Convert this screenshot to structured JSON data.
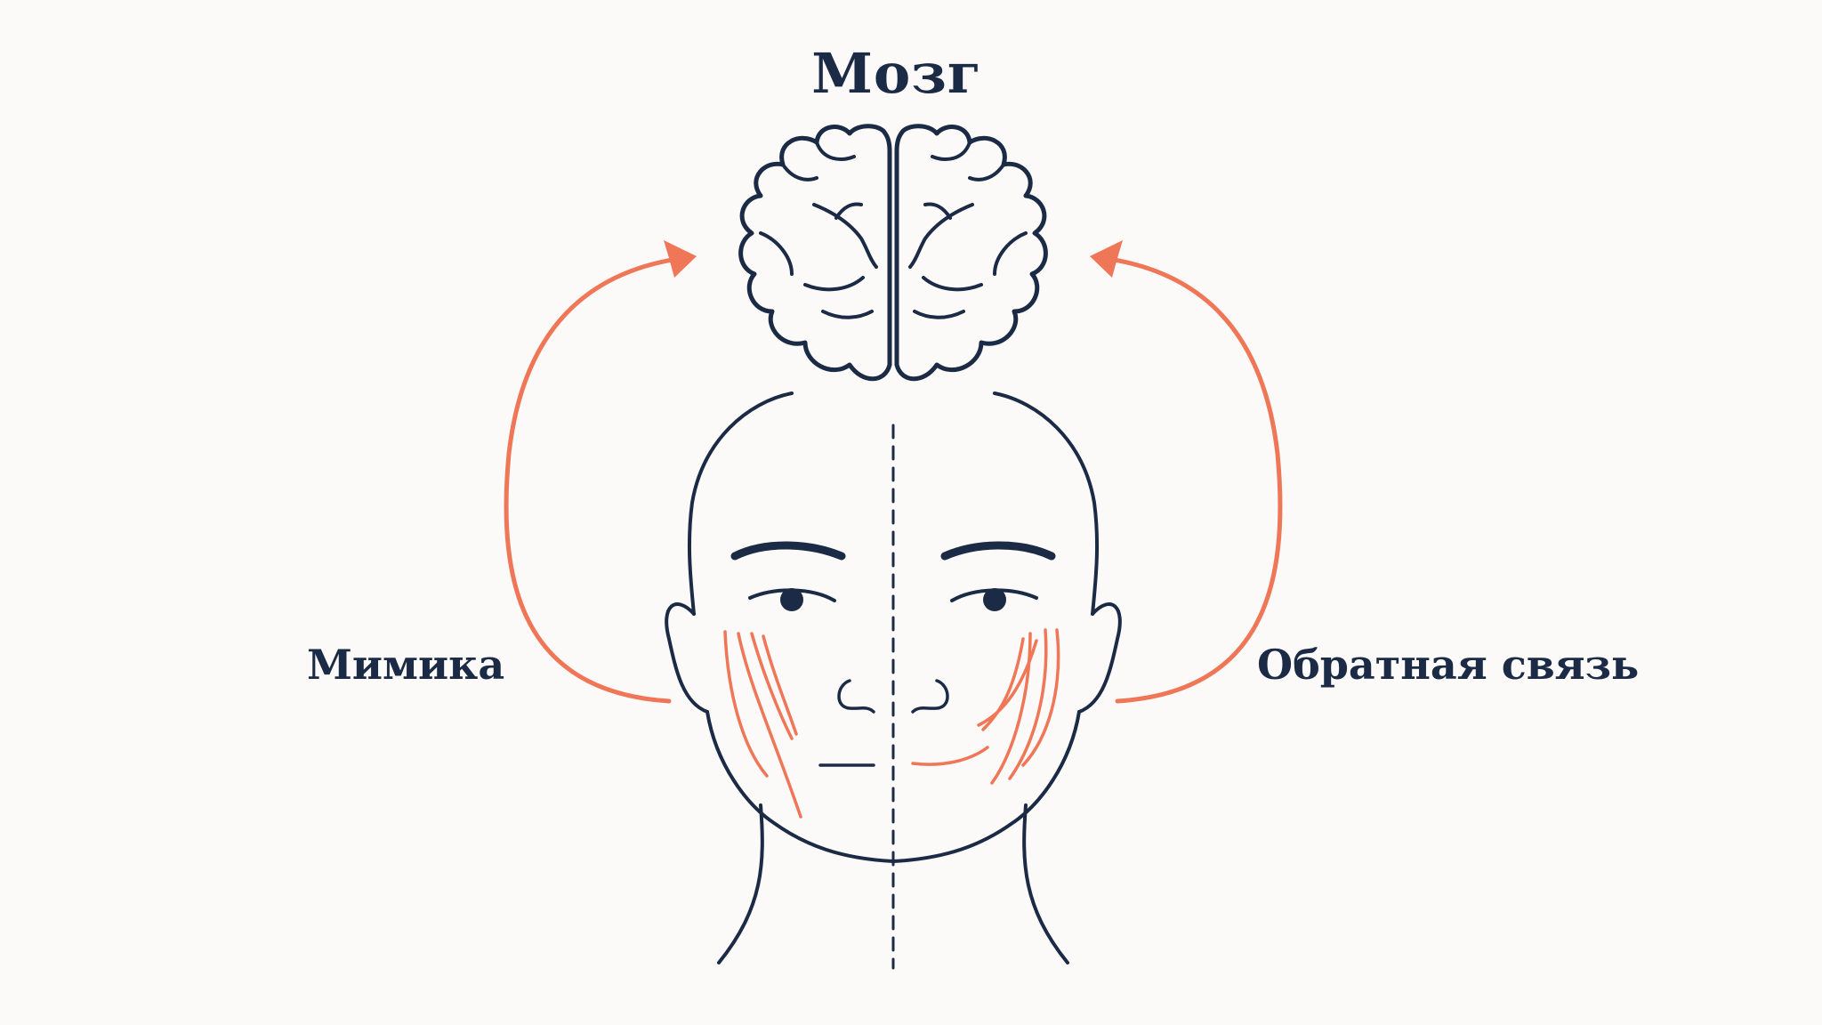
{
  "labels": {
    "brain": "Мозг",
    "left": "Мимика",
    "right": "Обратная связь"
  },
  "colors": {
    "background": "#fbfaf8",
    "line": "#1b2a45",
    "accent": "#ef7657"
  },
  "icons": {
    "brain": "brain-icon",
    "face": "face-icon",
    "arrow_left": "curved-arrow-up-icon",
    "arrow_right": "curved-arrow-up-icon"
  }
}
